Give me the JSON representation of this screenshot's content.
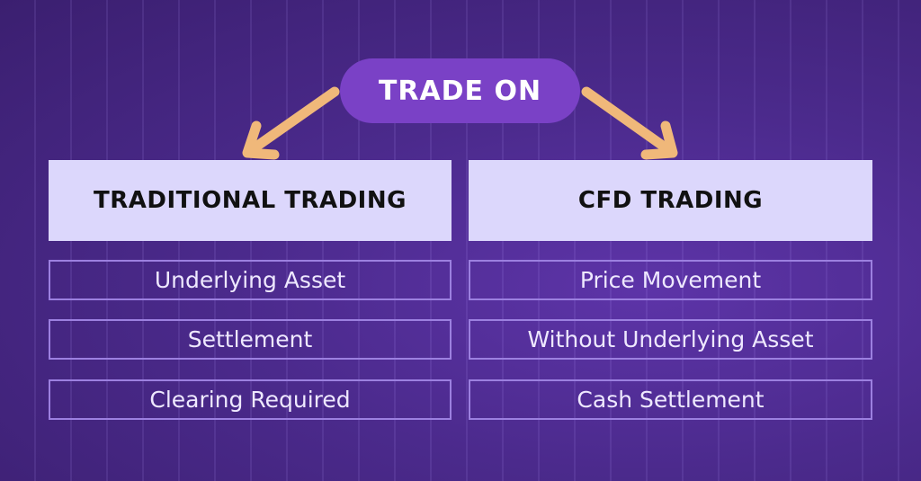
{
  "title": "TRADE ON",
  "columns": [
    {
      "heading": "TRADITIONAL TRADING",
      "items": [
        "Underlying Asset",
        "Settlement",
        "Clearing Required"
      ]
    },
    {
      "heading": "CFD TRADING",
      "items": [
        "Price Movement",
        "Without Underlying Asset",
        "Cash Settlement"
      ]
    }
  ],
  "colors": {
    "background": "#4b2a8c",
    "pill": "#7a41c6",
    "header_box": "#dcd7fc",
    "arrow": "#f0b87a",
    "row_border": "#9c80e0"
  }
}
